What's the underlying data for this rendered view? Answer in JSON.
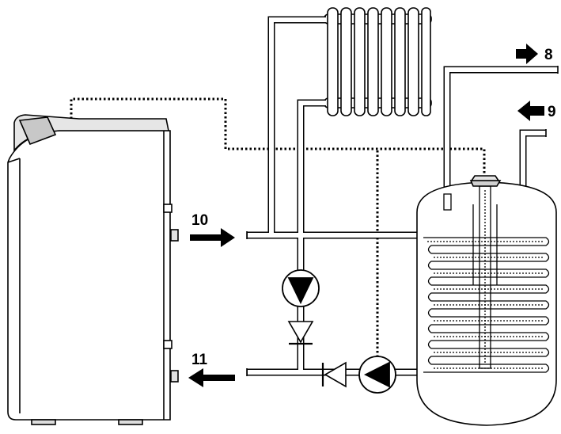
{
  "labels": {
    "supply": "10",
    "return": "11",
    "hot_out": "8",
    "cold_in": "9"
  },
  "components": {
    "boiler": "boiler-unit",
    "radiator": "radiator",
    "tank": "hot-water-cylinder",
    "pump_heating": "heating-circulation-pump",
    "pump_tank": "cylinder-circulation-pump",
    "check_valve_heating": "heating-check-valve",
    "check_valve_tank": "cylinder-check-valve"
  },
  "colors": {
    "line": "#000000",
    "fill": "#ffffff",
    "shade": "#d0d0d0"
  }
}
